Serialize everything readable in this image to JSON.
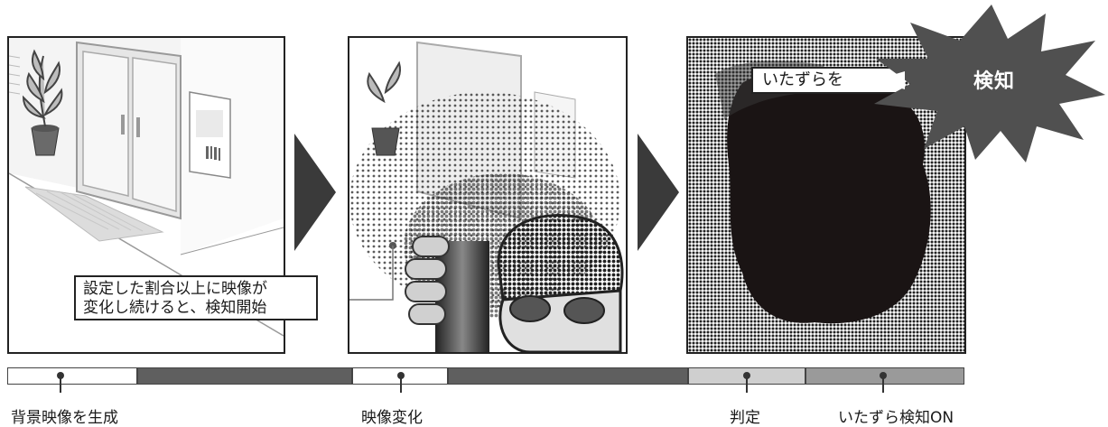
{
  "colors": {
    "segment_white": "#ffffff",
    "segment_dark": "#5f5f5f",
    "segment_light": "#cfcfcf",
    "segment_mid": "#9a9a9a",
    "arrow": "#3a3a3a",
    "burst": "#505050"
  },
  "panels": [
    {
      "name": "background",
      "description_icon": "entrance-door-plant-poster"
    },
    {
      "name": "change",
      "description_icon": "person-covering-camera"
    },
    {
      "name": "judgement",
      "description_icon": "halftone-obstruction"
    }
  ],
  "callout_start": {
    "line1": "設定した割合以上に映像が",
    "line2": "変化し続けると、検知開始"
  },
  "callout_tamper": "いたずらを",
  "burst_label": "検知",
  "timeline": {
    "segments": [
      "white",
      "dark",
      "white",
      "dark",
      "light",
      "mid"
    ],
    "labels": {
      "background": "背景映像を生成",
      "change": "映像変化",
      "judge": "判定",
      "detect_on": "いたずら検知ON"
    }
  }
}
